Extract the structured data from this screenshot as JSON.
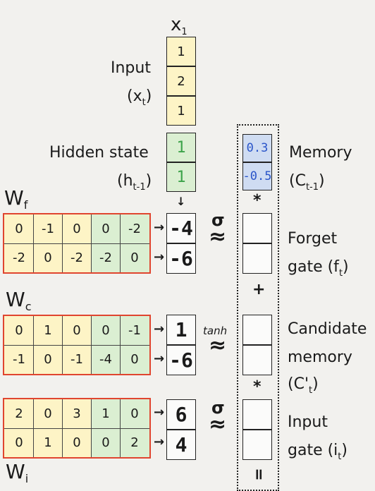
{
  "input": {
    "top_label": "x",
    "top_label_sub": "1",
    "label": "Input",
    "label_sym": "(x",
    "label_sub": "t",
    "label_close": ")",
    "values": [
      "1",
      "2",
      "1"
    ]
  },
  "hidden": {
    "label": "Hidden state",
    "label_sym": "(h",
    "label_sub": "t-1",
    "label_close": ")",
    "values": [
      "1",
      "1"
    ]
  },
  "memory": {
    "label": "Memory",
    "label_sym": "(C",
    "label_sub": "t-1",
    "label_close": ")",
    "values": [
      "0.3",
      "-0.5"
    ]
  },
  "wf": {
    "label": "W",
    "label_sub": "f",
    "rows": [
      [
        "0",
        "-1",
        "0",
        "0",
        "-2"
      ],
      [
        "-2",
        "0",
        "-2",
        "-2",
        "0"
      ]
    ],
    "result": [
      "-4",
      "-6"
    ],
    "activation": "σ"
  },
  "wc": {
    "label": "W",
    "label_sub": "c",
    "rows": [
      [
        "0",
        "1",
        "0",
        "0",
        "-1"
      ],
      [
        "-1",
        "0",
        "-1",
        "-4",
        "0"
      ]
    ],
    "result": [
      "1",
      "-6"
    ],
    "activation": "tanh"
  },
  "wi": {
    "label": "W",
    "label_sub": "i",
    "rows": [
      [
        "2",
        "0",
        "3",
        "1",
        "0"
      ],
      [
        "0",
        "1",
        "0",
        "0",
        "2"
      ]
    ],
    "result": [
      "6",
      "4"
    ],
    "activation": "σ"
  },
  "gates": {
    "forget_line1": "Forget",
    "forget_line2": "gate (f",
    "forget_sub": "t",
    "forget_close": ")",
    "candidate_line1": "Candidate",
    "candidate_line2": "memory",
    "candidate_line3": "(C'",
    "candidate_sub": "t",
    "candidate_close": ")",
    "input_line1": "Input",
    "input_line2": "gate (i",
    "input_sub": "t",
    "input_close": ")"
  },
  "ops": {
    "mult": "*",
    "plus": "+",
    "equals": "=",
    "approx": "≈",
    "arrow": "→",
    "down_arrow": "↓"
  }
}
